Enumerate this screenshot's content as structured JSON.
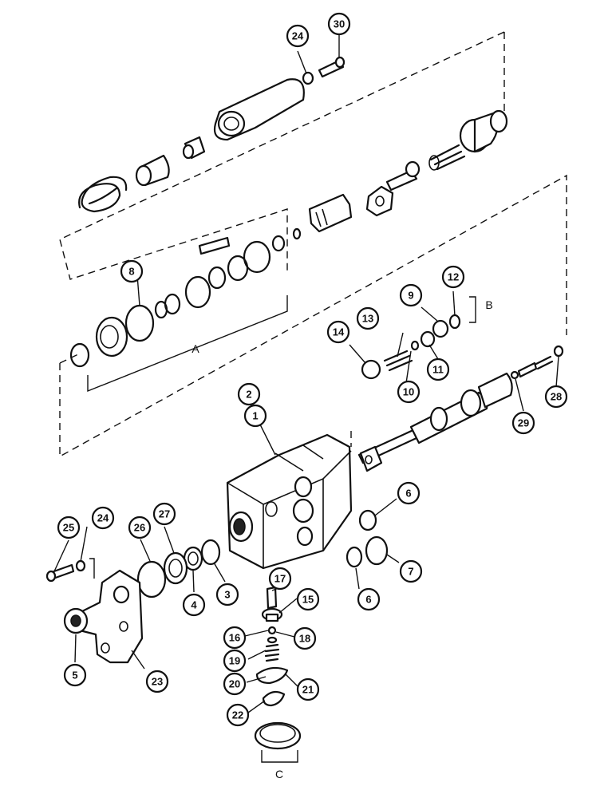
{
  "callouts": [
    "1",
    "2",
    "3",
    "4",
    "5",
    "6",
    "6",
    "7",
    "8",
    "9",
    "10",
    "11",
    "12",
    "13",
    "14",
    "15",
    "16",
    "17",
    "18",
    "19",
    "20",
    "21",
    "22",
    "23",
    "24",
    "24",
    "25",
    "26",
    "27",
    "28",
    "29",
    "30"
  ],
  "groups": {
    "a": "A",
    "b": "B",
    "c": "C"
  }
}
